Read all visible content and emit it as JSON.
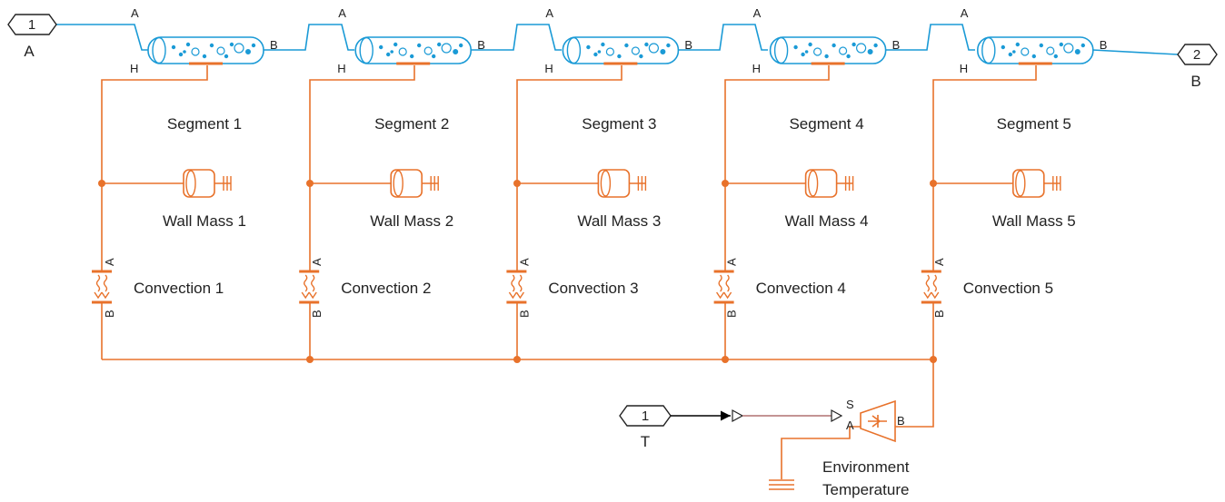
{
  "colors": {
    "hydraulic": "#1a9ad6",
    "thermal": "#e8722b",
    "signal": "#000000",
    "physical_signal": "#b07070",
    "text": "#222222"
  },
  "inport_A": {
    "number": "1",
    "label": "A"
  },
  "outport_B": {
    "number": "2",
    "label": "B"
  },
  "inport_T": {
    "number": "1",
    "label": "T"
  },
  "segment_port_labels": {
    "a": "A",
    "b": "B",
    "h": "H"
  },
  "convection_port_labels": {
    "a": "A",
    "b": "B"
  },
  "segments": [
    {
      "label": "Segment 1",
      "wall_mass": "Wall Mass 1",
      "convection": "Convection 1"
    },
    {
      "label": "Segment 2",
      "wall_mass": "Wall Mass 2",
      "convection": "Convection 2"
    },
    {
      "label": "Segment 3",
      "wall_mass": "Wall Mass 3",
      "convection": "Convection 3"
    },
    {
      "label": "Segment 4",
      "wall_mass": "Wall Mass 4",
      "convection": "Convection 4"
    },
    {
      "label": "Segment 5",
      "wall_mass": "Wall Mass 5",
      "convection": "Convection 5"
    }
  ],
  "env_temp": {
    "label_line1": "Environment",
    "label_line2": "Temperature",
    "port_s": "S",
    "port_a": "A",
    "port_b": "B"
  }
}
